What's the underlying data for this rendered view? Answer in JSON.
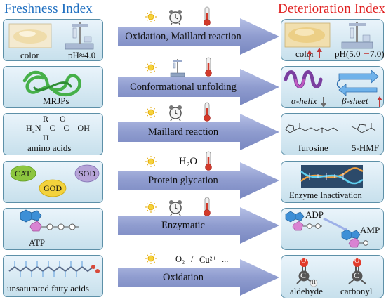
{
  "titles": {
    "freshness": "Freshness Index",
    "deterioration": "Deterioration Index"
  },
  "rows": [
    {
      "left": {
        "labels": [
          "color",
          "pH≈4.0"
        ]
      },
      "process": "Oxidation, Maillard reaction",
      "right": {
        "labels": [
          "color",
          "pH(5.0",
          "7.0)"
        ]
      }
    },
    {
      "left": {
        "labels": [
          "MRJPs"
        ]
      },
      "process": "Conformational unfolding",
      "right": {
        "labels": [
          "α-helix",
          "β-sheet"
        ]
      }
    },
    {
      "left": {
        "labels": [
          "amino acids"
        ],
        "formula": {
          "r": "R",
          "o": "O",
          "main": "H₂N—C—C—OH",
          "h": "H"
        }
      },
      "process": "Maillard reaction",
      "right": {
        "labels": [
          "furosine",
          "5-HMF"
        ]
      }
    },
    {
      "left": {
        "labels": [
          "CAT",
          "SOD",
          "GOD"
        ]
      },
      "conditions": "H₂O",
      "process": "Protein glycation",
      "right": {
        "labels": [
          "Enzyme Inactivation"
        ]
      }
    },
    {
      "left": {
        "labels": [
          "ATP"
        ]
      },
      "process": "Enzymatic",
      "right": {
        "labels": [
          "ADP",
          "AMP"
        ]
      }
    },
    {
      "left": {
        "labels": [
          "unsaturated fatty acids"
        ]
      },
      "conditions_parts": [
        "O₂",
        "/",
        "Cu²⁺",
        "..."
      ],
      "process": "Oxidation",
      "right": {
        "labels": [
          "aldehyde",
          "carbonyl",
          "C",
          "O",
          "H"
        ]
      }
    }
  ],
  "colors": {
    "left_title": "#1f6fc0",
    "right_title": "#e02020",
    "arrow_fill": "#8f9ccf",
    "box_border": "#5d90a8",
    "up_arrow": "#c23a3a",
    "down_arrow": "#6b6b6b"
  },
  "icons": [
    "sun-icon",
    "alarm-clock-icon",
    "thermometer-icon",
    "ph-meter-icon"
  ]
}
